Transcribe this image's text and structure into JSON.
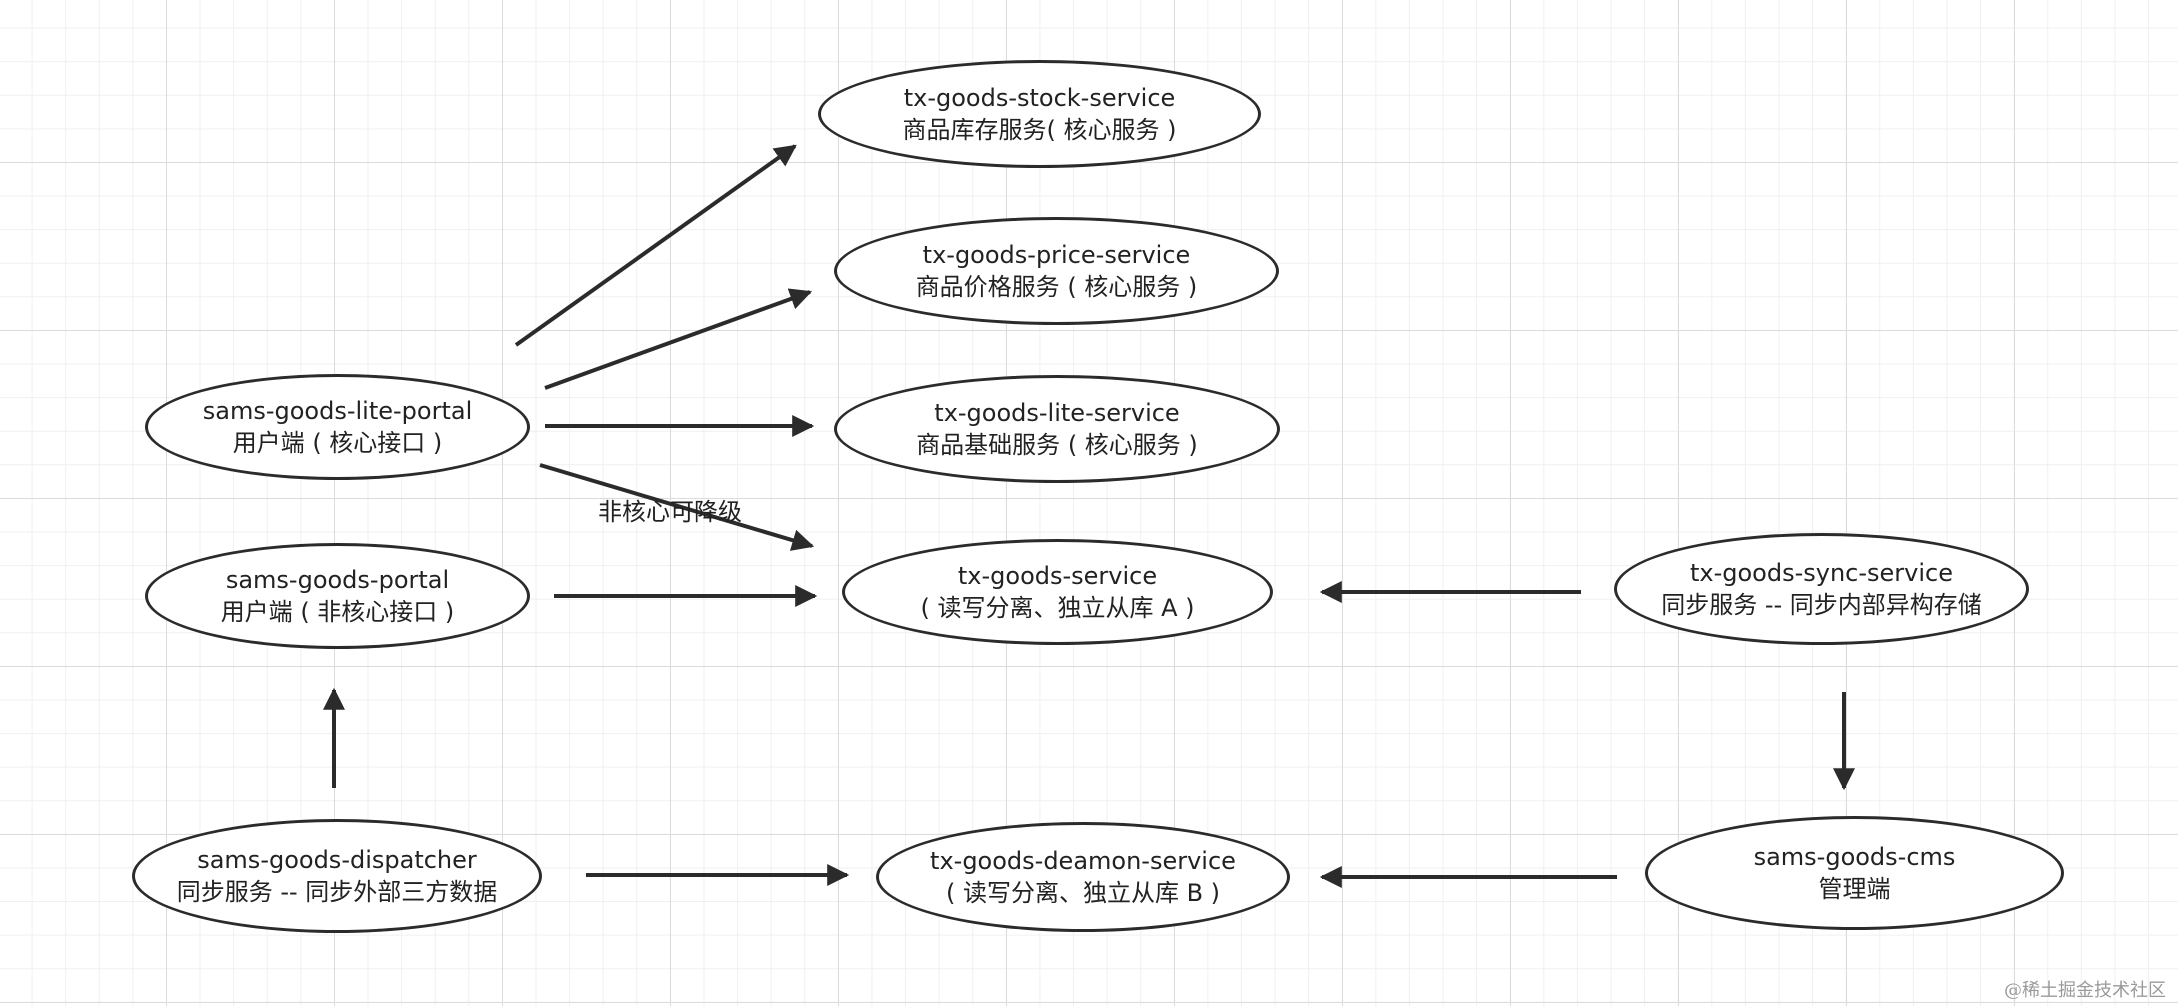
{
  "nodes": {
    "stock": {
      "name": "tx-goods-stock-service",
      "desc": "商品库存服务( 核心服务 )"
    },
    "price": {
      "name": "tx-goods-price-service",
      "desc": "商品价格服务 ( 核心服务 )"
    },
    "lite": {
      "name": "tx-goods-lite-service",
      "desc": "商品基础服务 ( 核心服务 )"
    },
    "goods": {
      "name": "tx-goods-service",
      "desc": "( 读写分离、独立从库 A )"
    },
    "deamon": {
      "name": "tx-goods-deamon-service",
      "desc": "( 读写分离、独立从库 B )"
    },
    "litePortal": {
      "name": "sams-goods-lite-portal",
      "desc": "用户端 ( 核心接口 )"
    },
    "portal": {
      "name": "sams-goods-portal",
      "desc": "用户端 ( 非核心接口 )"
    },
    "dispatcher": {
      "name": "sams-goods-dispatcher",
      "desc": "同步服务 -- 同步外部三方数据"
    },
    "sync": {
      "name": "tx-goods-sync-service",
      "desc": "同步服务 -- 同步内部异构存储"
    },
    "cms": {
      "name": "sams-goods-cms",
      "desc": "管理端"
    }
  },
  "edge_labels": {
    "degradable": "非核心可降级"
  },
  "watermark": "@稀土掘金技术社区",
  "colors": {
    "stroke": "#2b2b2b",
    "grid_major": "#dcdcdc",
    "grid_minor": "#f0f0f0",
    "background": "#ffffff"
  }
}
